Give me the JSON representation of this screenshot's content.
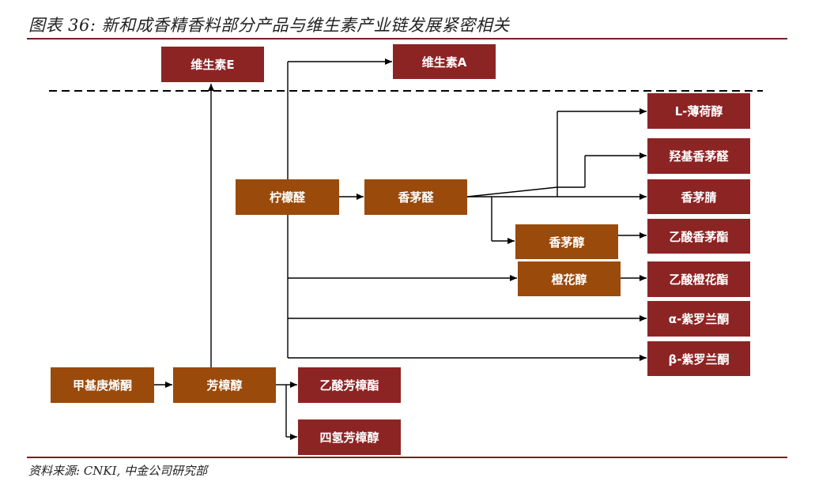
{
  "figure": {
    "title": "图表 36: 新和成香精香料部分产品与维生素产业链发展紧密相关",
    "source": "资料来源: CNKI, 中金公司研究部"
  },
  "nodes": {
    "vitamin_e": "维生素E",
    "vitamin_a": "维生素A",
    "citral": "柠檬醛",
    "citronellal": "香茅醛",
    "l_menthol": "L-薄荷醇",
    "hydroxycitronellal": "羟基香茅醛",
    "citronellyl_nitrile": "香茅腈",
    "citronellol": "香茅醇",
    "citronellyl_acetate": "乙酸香茅酯",
    "nerolidol": "橙花醇",
    "neryl_acetate": "乙酸橙花酯",
    "alpha_ionone": "α-紫罗兰酮",
    "beta_ionone": "β-紫罗兰酮",
    "methylheptenone": "甲基庚烯酮",
    "linalool": "芳樟醇",
    "linalyl_acetate": "乙酸芳樟酯",
    "tetrahydrolinalool": "四氢芳樟醇"
  },
  "colors": {
    "intermediate": "#9a4a0b",
    "product": "#8d2424",
    "rule": "#7a1f1f"
  }
}
